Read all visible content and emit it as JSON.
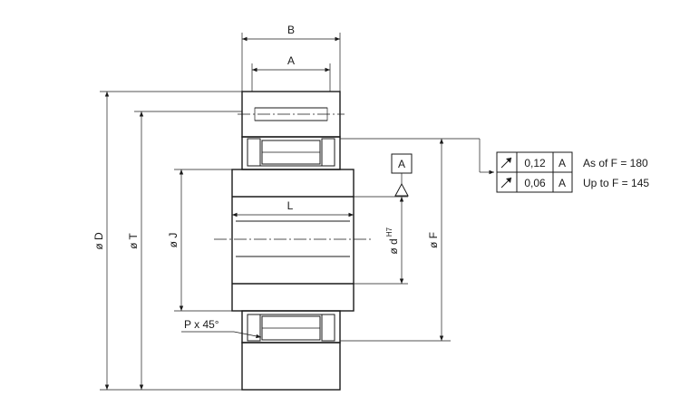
{
  "dimensions": {
    "B": "B",
    "A": "A",
    "D": "ø D",
    "T": "ø T",
    "J": "ø J",
    "L": "L",
    "d": "ø d",
    "d_fit": "H7",
    "F": "ø F",
    "chamfer": "P x 45°"
  },
  "datum": "A",
  "tolerances": [
    {
      "symbol": "runout-icon",
      "value": "0,12",
      "datum": "A",
      "note": "As of F = 180"
    },
    {
      "symbol": "runout-icon",
      "value": "0,06",
      "datum": "A",
      "note": "Up to F = 145"
    }
  ]
}
